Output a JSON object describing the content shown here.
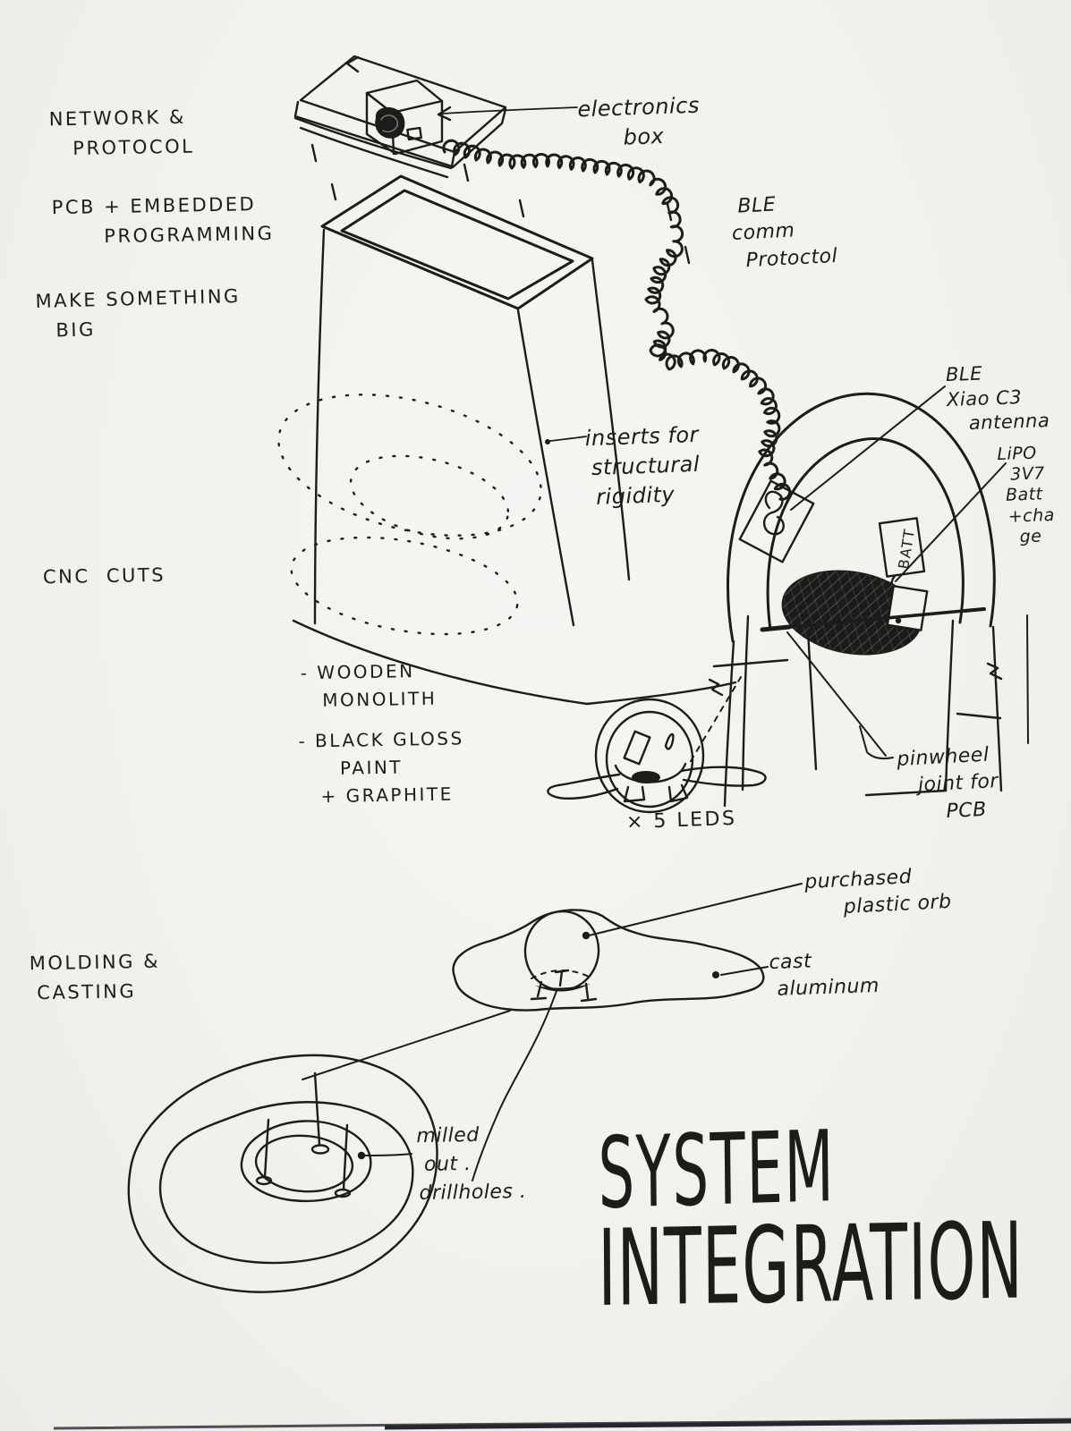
{
  "page": {
    "background": "#f4f2ee",
    "ink": "#1d1c1a"
  },
  "notes": {
    "network_protocol": {
      "lines": [
        "NETWORK &",
        "PROTOCOL"
      ]
    },
    "pcb_embedded": {
      "lines": [
        "PCB + EMBEDDED",
        "PROGRAMMING"
      ]
    },
    "make_something_big": {
      "lines": [
        "MAKE SOMETHING",
        "BIG"
      ]
    },
    "cnc_cuts": {
      "lines": [
        "CNC  CUTS"
      ]
    },
    "molding_casting": {
      "lines": [
        "MOLDING &",
        "CASTING"
      ]
    },
    "wooden_monolith": {
      "lines": [
        "- WOODEN",
        "MONOLITH"
      ]
    },
    "black_gloss_paint": {
      "lines": [
        "- BLACK GLOSS",
        "PAINT",
        "+ GRAPHITE"
      ]
    }
  },
  "callouts": {
    "electronics_box": {
      "lines": [
        "electronics",
        "box"
      ]
    },
    "ble_comm_protocol": {
      "lines": [
        "BLE",
        "comm",
        "Protoctol"
      ]
    },
    "ble_xiao_antenna": {
      "lines": [
        "BLE",
        "Xiao C3",
        "antenna"
      ]
    },
    "lipo_battery": {
      "lines": [
        "LiPO",
        "3V7",
        "Batt",
        "+cha",
        "ge"
      ]
    },
    "batt_box_label": "BATT",
    "inserts_rigidity": {
      "lines": [
        "inserts for",
        "structural",
        "rigidity"
      ]
    },
    "five_leds": {
      "lines": [
        "× 5 LEDS"
      ]
    },
    "pinwheel_joint": {
      "lines": [
        "pinwheel",
        "joint for",
        "PCB"
      ]
    },
    "purchased_orb": {
      "lines": [
        "purchased",
        "plastic orb"
      ]
    },
    "cast_aluminum": {
      "lines": [
        "cast",
        "aluminum"
      ]
    },
    "milled_drillholes": {
      "lines": [
        "milled",
        "out .",
        "drillholes ."
      ]
    }
  },
  "title": {
    "lines": [
      "SYSTEM",
      "INTEGRATION"
    ]
  }
}
